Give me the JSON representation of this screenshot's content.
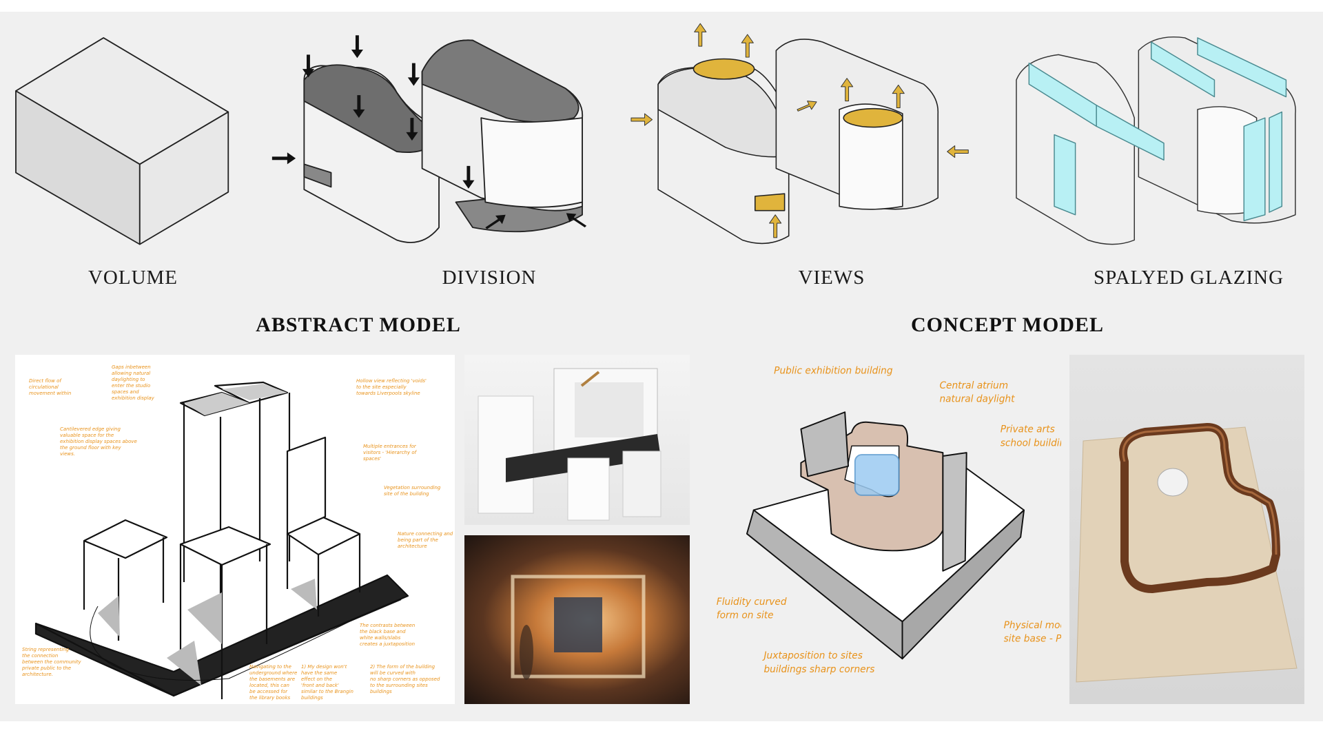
{
  "diagram_labels": {
    "volume": "VOLUME",
    "division": "DIVISION",
    "views": "VIEWS",
    "glazing": "SPALYED GLAZING"
  },
  "headings": {
    "abstract": "ABSTRACT MODEL",
    "concept": "CONCEPT MODEL"
  },
  "colors": {
    "background": "#f0f0f0",
    "annotation": "#e8921a",
    "views_accent": "#e0b43c",
    "glazing_accent": "#b8f0f4",
    "plywood": "#e2d2b8"
  },
  "abstract_annotations": [
    {
      "lines": [
        "Direct flow of",
        "circulational",
        "movement within"
      ]
    },
    {
      "lines": [
        "Gaps inbetween",
        "allowing natural",
        "daylighting to",
        "enter the studio",
        "spaces and",
        "exhibition display"
      ]
    },
    {
      "lines": [
        "Cantilevered edge giving",
        "valuable space for the",
        "exhibition display spaces above",
        "the ground floor with key",
        "views."
      ]
    },
    {
      "lines": [
        "Hollow view reflecting 'voids'",
        "to the site especially",
        "towards Liverpools skyline"
      ]
    },
    {
      "lines": [
        "Multiple entrances for",
        "visitors - 'Hierarchy of",
        "spaces'"
      ]
    },
    {
      "lines": [
        "Vegetation surrounding",
        "site of the building"
      ]
    },
    {
      "lines": [
        "Nature connecting and",
        "being part of the",
        "architecture"
      ]
    },
    {
      "lines": [
        "String representing",
        "the connection",
        "between the community",
        "private public to the",
        "architecture."
      ]
    },
    {
      "lines": [
        "Navigating to the",
        "underground where",
        "the basements are",
        "located, this can",
        "be accessed for",
        "the library books"
      ]
    },
    {
      "lines": [
        "The contrasts between",
        "the black base and",
        "white walls/slabs",
        "creates a juxtaposition"
      ]
    },
    {
      "lines": [
        "1) My design won't",
        "have the same",
        "effect on the",
        "'front and back'",
        "similar to the Brangin",
        "buildings"
      ]
    },
    {
      "lines": [
        "2) The form of the building",
        "will be curved with",
        "no sharp corners as opposed",
        "to the surrounding sites",
        "buildings"
      ]
    }
  ],
  "concept_annotations": [
    {
      "lines": [
        "Public exhibition building"
      ]
    },
    {
      "lines": [
        "Central atrium",
        "natural daylight"
      ]
    },
    {
      "lines": [
        "Private arts",
        "school building"
      ]
    },
    {
      "lines": [
        "Fluidity curved",
        "form on site"
      ]
    },
    {
      "lines": [
        "Juxtaposition to sites",
        "buildings sharp corners"
      ]
    },
    {
      "lines": [
        "Physical model",
        "site base - Plywood"
      ]
    }
  ]
}
